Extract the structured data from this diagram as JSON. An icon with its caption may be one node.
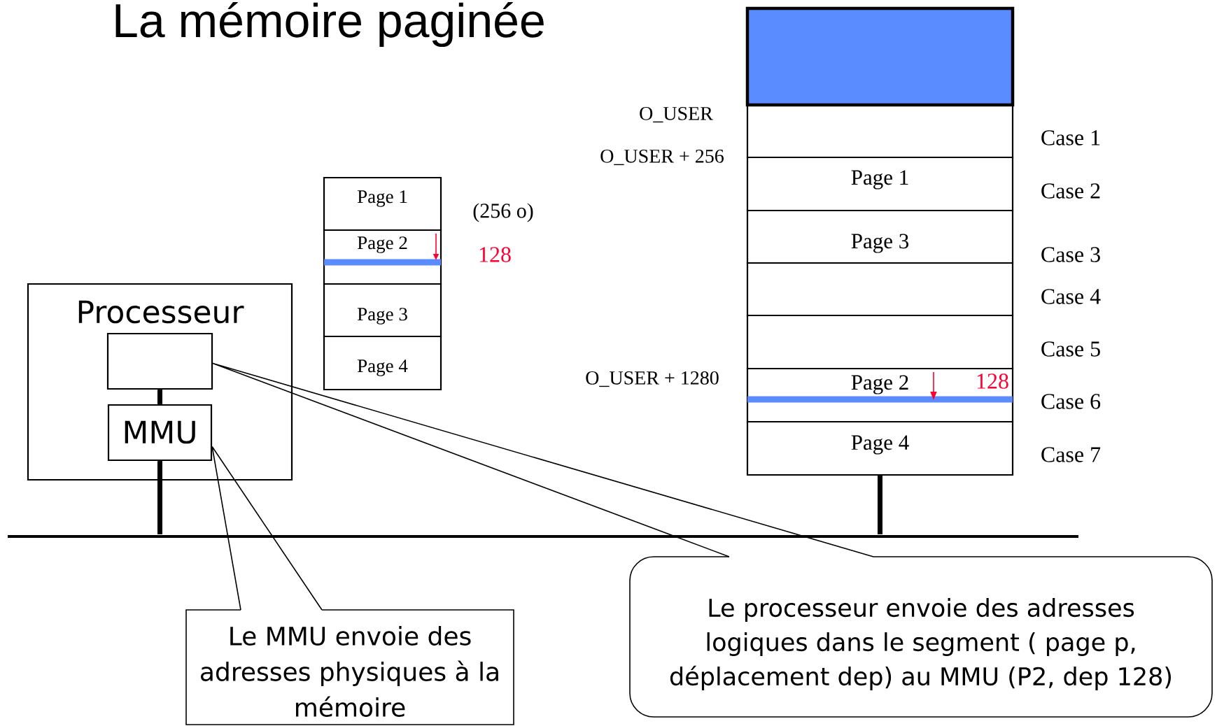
{
  "diagram": {
    "title": "La mémoire paginée",
    "nodes": [
      {
        "text": [
          "Processeur"
        ]
      },
      {
        "text": [],
        "shape": "box",
        "in": 0
      },
      {
        "text": [
          "MMU"
        ],
        "in": 0
      },
      {
        "text": [
          "Page 1"
        ]
      },
      {
        "text": [
          "Page 2"
        ]
      },
      {
        "text": [
          "Page 3"
        ]
      },
      {
        "text": [
          "Page 4"
        ]
      },
      {
        "text": [],
        "shape": "box"
      },
      {
        "text": [],
        "shape": "box",
        "beside": [
          "Case 1"
        ]
      },
      {
        "text": [
          "Page 1"
        ],
        "beside": [
          "Case 2"
        ]
      },
      {
        "text": [
          "Page 3"
        ],
        "beside": [
          "Case 3"
        ]
      },
      {
        "text": [],
        "shape": "box",
        "beside": [
          "Case 4"
        ]
      },
      {
        "text": [],
        "shape": "box",
        "beside": [
          "Case 5"
        ]
      },
      {
        "text": [
          "Page 2"
        ],
        "beside": [
          "Case 6"
        ]
      },
      {
        "text": [
          "Page 4"
        ],
        "beside": [
          "Case 7"
        ]
      },
      {
        "text": [
          "Le MMU envoie des adresses physiques à la mémoire"
        ]
      },
      {
        "text": [
          "Le processeur envoie des adresses logiques dans le segment ( page p, déplacement dep) au MMU (P2, dep 128)"
        ]
      },
      {
        "text": [],
        "shape": "bar"
      }
    ],
    "edges": [
      {
        "from": 1,
        "to": 2,
        "arrow": "none"
      },
      {
        "from": 15,
        "to": 2,
        "arrow": "none"
      },
      {
        "from": 16,
        "to": 1,
        "arrow": "none"
      },
      {
        "from": 2,
        "to": 17,
        "arrow": "none"
      },
      {
        "from": 14,
        "to": 17,
        "arrow": "none"
      }
    ],
    "labels": [
      "(256 o)",
      "128",
      "O_USER",
      "O_USER + 256",
      "O_USER + 1280",
      "128"
    ]
  }
}
